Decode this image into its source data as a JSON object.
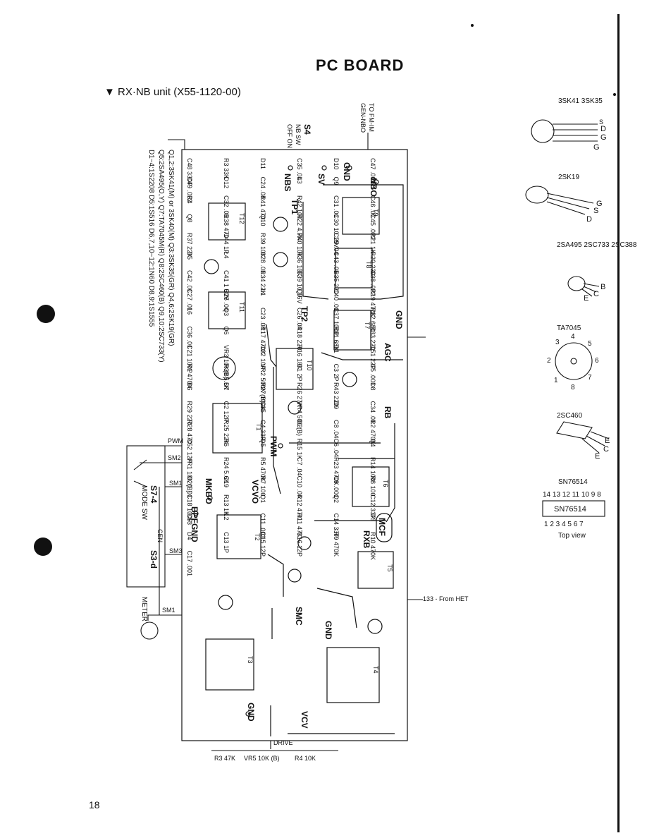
{
  "title": "PC BOARD",
  "subtitle": "▼  RX·NB unit (X55-1120-00)",
  "page_number": "18",
  "semiconductor_notes": [
    "Q1,2:3SK41(M) or 3SK40(M)   Q3:3SK35(GR)   Q4,6:2SK19(GR)",
    "Q5:2SA495(O,Y)   Q7:TA7045M(R)   Q8:2SC460(B)   Q9,10:2SC733(Y)",
    "D1~4:1S2208   D5:1S516   D6,7,10~12:1N60   D8,9:1S1555"
  ],
  "switch_labels": {
    "s4": "S4",
    "nb_sw": "NB SW",
    "off_on": "OFF ON",
    "s7": "S7-4",
    "mode_sw": "MODE SW",
    "s3": "S3-d",
    "cen": "CEN",
    "meter": "METER",
    "to_fm_im": "TO FM-IM",
    "gen_nbo": "GEN-NBO",
    "from_het": "133 - From HET",
    "drive": "DRIVE"
  },
  "terminals": [
    "NBS",
    "SV",
    "GND",
    "NBO",
    "PWM",
    "SM2",
    "SM1",
    "SM3",
    "MKBO",
    "BPF",
    "GND",
    "VCVO",
    "SMC",
    "GND",
    "RB",
    "AGC",
    "MCF",
    "RXB",
    "VCV",
    "GND",
    "8",
    "TP1",
    "TP2"
  ],
  "transformers": [
    "T12",
    "T11",
    "T10",
    "T9",
    "T8",
    "T7",
    "T1",
    "T6",
    "T2",
    "T5",
    "T3",
    "T4"
  ],
  "board_components": [
    "C48 330P",
    "R3 33K",
    "D11",
    "C35 .04",
    "D10",
    "C47 .002",
    "C49 .022",
    "D12",
    "C24 .04",
    "L3",
    "Q9",
    "C50",
    "R4",
    "C32 .01",
    "R41 470",
    "R42 10K",
    "C31 .01",
    "C46 .01",
    "Q8",
    "R38 470",
    "Q10",
    "R22 4.7K",
    "C30 10 16V",
    "C45 .022",
    "R37 22K",
    "C44 1P",
    "R39 10K",
    "R40 10K",
    "C29 .04",
    "R21 1K",
    "D5",
    "L4",
    "C28 .01",
    "R36 10K",
    "C43 .01",
    "R20 220",
    "C42 .01",
    "C41 1 50V",
    "R34 22K",
    "C39 10 16V",
    "R35 220",
    "C38 .022",
    "C27 .01",
    "C25 .04",
    "L1",
    "Q7",
    "C40 .01",
    "R19 470K",
    "L6",
    "Q3",
    "C23 .04",
    "C26 .04",
    "C37 100P",
    "R32 680",
    "C36 .01",
    "Q6",
    "R17 470K",
    "R18 220",
    "R31 68K",
    "R33 220",
    "C21 100P",
    "VR3 10K(B)",
    "C22 10P",
    "R16 18K",
    "D1",
    "C51 22P",
    "R1 470K",
    "R30 5.6K",
    "VR2 500K (B)",
    "C1 2P",
    "C3 2P",
    "C5 .001",
    "D6",
    "D7",
    "R27 100K",
    "R26 27K",
    "R43 220",
    "D8",
    "R29 220",
    "C2 12P",
    "C35",
    "VR4 500 (B)",
    "D9",
    "C34 .01",
    "R28 470",
    "R25 22K",
    "C4 33P",
    "D2",
    "C8 .04",
    "R2 470K",
    "C52 12P",
    "R6",
    "Q5",
    "R15 1K",
    "C6 .04",
    "Q4",
    "VR1 10K (B)",
    "R24 5.6K",
    "R5 470K",
    "C7 .04",
    "R23 470K",
    "R14 100",
    "C20 .01",
    "C19",
    "R7 100",
    "C10 .04",
    "C9 .001",
    "R8 100",
    "C18 100P",
    "R13 1K",
    "Q1",
    "R12 47K",
    "Q2",
    "C12 33P",
    "C53",
    "L2",
    "C11 .001",
    "R11 47K",
    "C14 33P",
    "D3",
    "D4",
    "C13 1P",
    "C15 12P",
    "C16 12P",
    "R9 470K",
    "R10 470K",
    "C17 .001"
  ],
  "pinout_parts": [
    {
      "name": "3SK41 3SK35",
      "pins": [
        "S",
        "D",
        "G",
        "G"
      ]
    },
    {
      "name": "2SK19",
      "pins": [
        "G",
        "S",
        "D"
      ]
    },
    {
      "name": "2SA495 2SC733 2SC388",
      "pins": [
        "B",
        "E",
        "C"
      ]
    },
    {
      "name": "TA7045",
      "pins": [
        "1",
        "2",
        "3",
        "4",
        "5",
        "6",
        "7",
        "8"
      ]
    },
    {
      "name": "2SC460",
      "pins": [
        "E",
        "C",
        "E"
      ]
    },
    {
      "name": "SN76514",
      "ic_label": "SN76514",
      "top_pins": "14 13 12 11 10 9 8",
      "bottom_pins": "1 2 3 4 5 6 7",
      "view": "Top view"
    }
  ],
  "bottom_strip": [
    "R3 47K",
    "VR5 10K (B)",
    "R4 10K"
  ]
}
